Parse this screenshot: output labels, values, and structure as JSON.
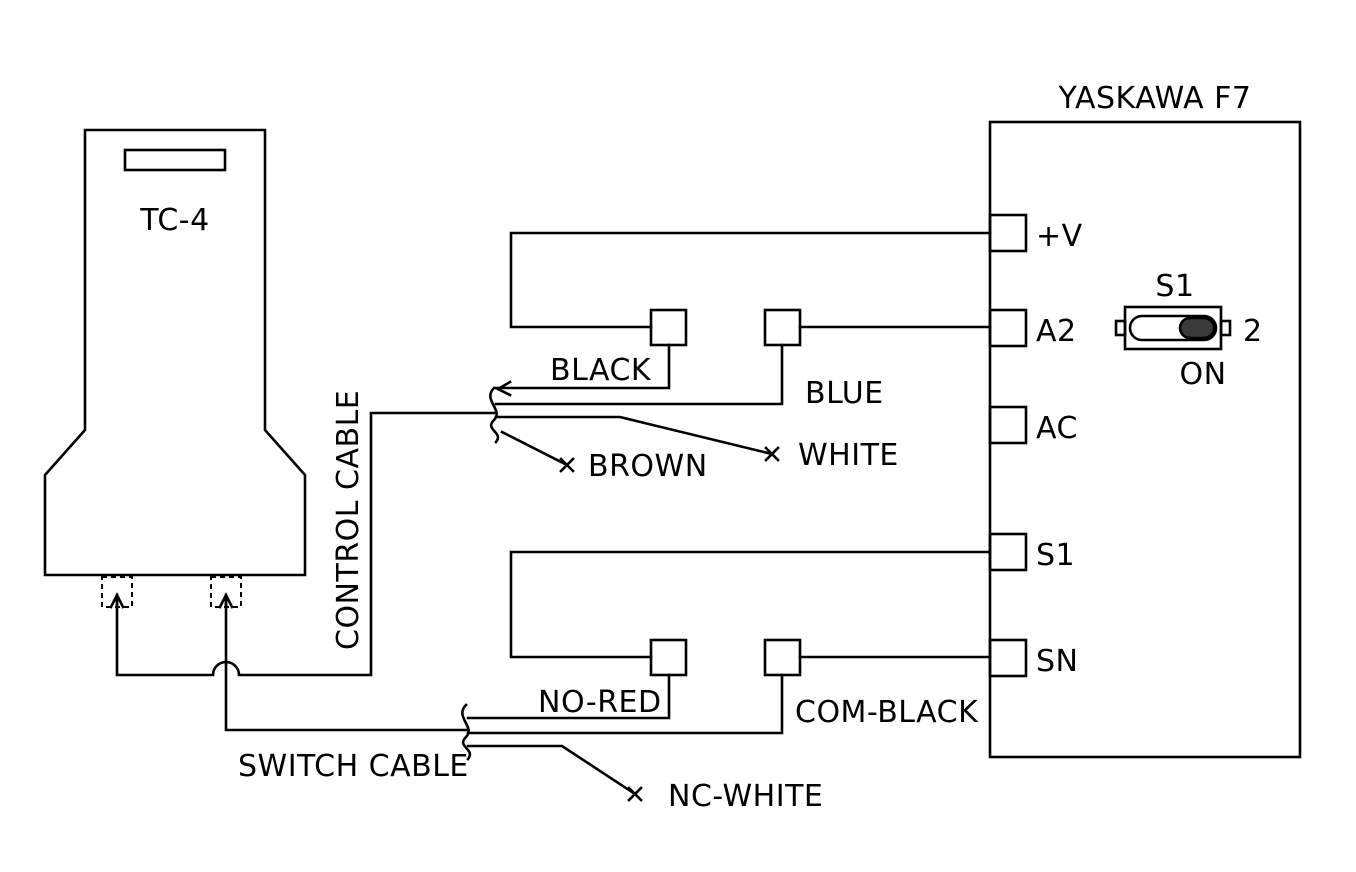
{
  "drive": {
    "title": "YASKAWA F7",
    "terminals": [
      "+V",
      "A2",
      "AC",
      "S1",
      "SN"
    ],
    "switch": {
      "label": "S1",
      "position": "2",
      "state": "ON"
    }
  },
  "controller": {
    "label": "TC-4"
  },
  "cables": {
    "control": "CONTROL CABLE",
    "switch": "SWITCH CABLE"
  },
  "wires": {
    "black": "BLACK",
    "blue": "BLUE",
    "brown": "BROWN",
    "white": "WHITE",
    "no_red": "NO-RED",
    "com_black": "COM-BLACK",
    "nc_white": "NC-WHITE"
  }
}
